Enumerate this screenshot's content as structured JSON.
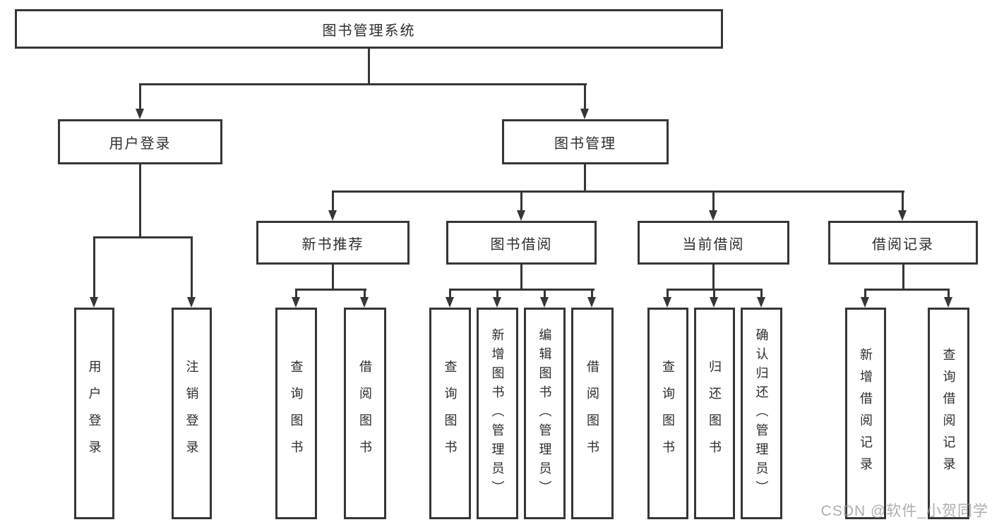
{
  "diagram": {
    "root": "图书管理系统",
    "nodes": [
      {
        "label": "用户登录",
        "leaves": [
          "用户登录",
          "注销登录"
        ]
      },
      {
        "label": "图书管理",
        "groups": [
          {
            "label": "新书推荐",
            "leaves": [
              "查询图书",
              "借阅图书"
            ]
          },
          {
            "label": "图书借阅",
            "leaves": [
              "查询图书",
              "新增图书（管理员）",
              "编辑图书（管理员）",
              "借阅图书"
            ]
          },
          {
            "label": "当前借阅",
            "leaves": [
              "查询图书",
              "归还图书",
              "确认归还（管理员）"
            ]
          },
          {
            "label": "借阅记录",
            "leaves": [
              "新增借阅记录",
              "查询借阅记录"
            ]
          }
        ]
      }
    ]
  },
  "watermark": "CSDN @软件_小贺同学",
  "colors": {
    "line": "#363636",
    "text": "#2d2d2d",
    "watermark": "#9a9a9a",
    "background": "#ffffff"
  }
}
